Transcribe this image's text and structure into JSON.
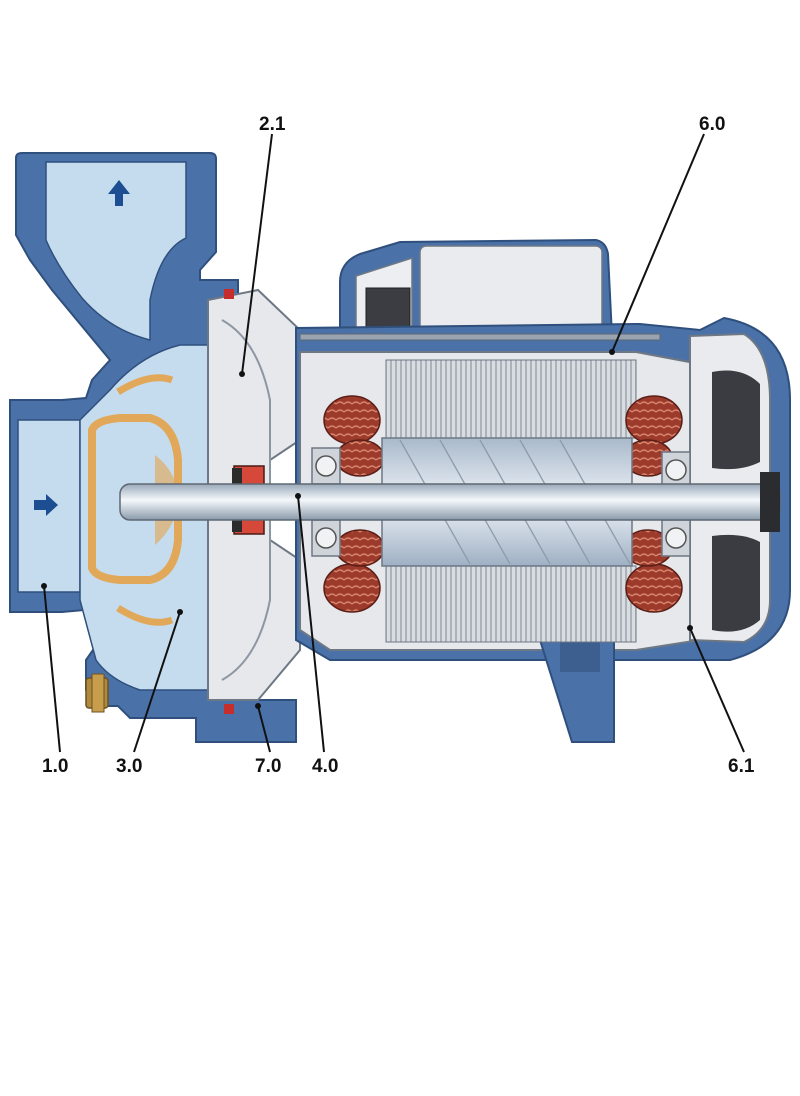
{
  "diagram": {
    "callouts": [
      {
        "id": "1-0",
        "label": "1.0"
      },
      {
        "id": "2-1",
        "label": "2.1"
      },
      {
        "id": "3-0",
        "label": "3.0"
      },
      {
        "id": "4-0",
        "label": "4.0"
      },
      {
        "id": "6-0",
        "label": "6.0"
      },
      {
        "id": "6-1",
        "label": "6.1"
      },
      {
        "id": "7-0",
        "label": "7.0"
      }
    ],
    "colors": {
      "pump_body": "#4a72a8",
      "water": "#c5dcef",
      "casing_light": "#e6e8ec",
      "impeller": "#e2a85a",
      "winding": "#9c3a2c",
      "shaft": "#c9d6e3",
      "fan": "#3a3c42"
    }
  }
}
